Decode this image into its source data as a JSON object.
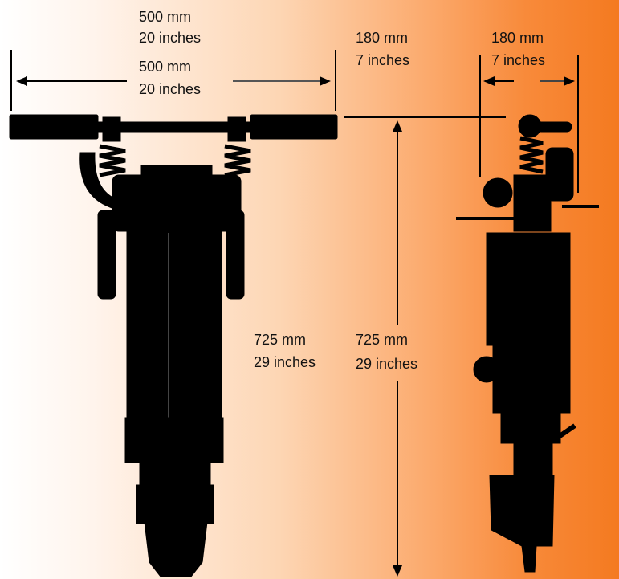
{
  "dimensions": {
    "width_top": {
      "mm": "500 mm",
      "in": "20 inches"
    },
    "width_mid": {
      "mm": "500 mm",
      "in": "20 inches"
    },
    "depth_left": {
      "mm": "180 mm",
      "in": " 7 inches"
    },
    "depth_right": {
      "mm": "180 mm",
      "in": " 7 inches"
    },
    "height_a": {
      "mm": "725 mm",
      "in": "29 inches"
    },
    "height_b": {
      "mm": "725 mm",
      "in": "29 inches"
    }
  },
  "colors": {
    "tool": "#000000",
    "gradient_end": "#f47a20",
    "text": "#111111"
  }
}
